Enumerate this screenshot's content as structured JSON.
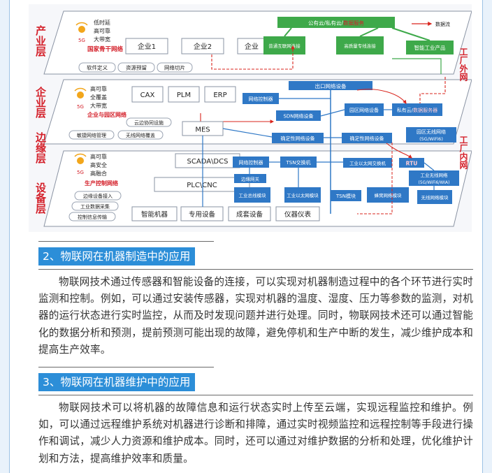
{
  "diagram": {
    "layers": [
      "产业层",
      "企业层",
      "边缘层",
      "设备层"
    ],
    "right_labels": [
      "工厂外网",
      "工厂内网"
    ],
    "industry": {
      "signal_icon_label": "5G",
      "features": [
        "低时延",
        "高可靠",
        "大带宽"
      ],
      "network_title": "国家骨干网络",
      "functions": [
        "软件定义",
        "资源预留",
        "网络切片"
      ],
      "enterprises": [
        "企业1",
        "企业2",
        "企业"
      ],
      "cloud_title": "公有云/私有云/",
      "cloud_title_highlight": "数据服务",
      "links": [
        "普通互联网连接",
        "高质量专线连接"
      ],
      "product": "智能工业产品",
      "legend": "数据流"
    },
    "enterprise": {
      "signal_icon_label": "5G",
      "features": [
        "高可靠",
        "全覆盖",
        "大带宽"
      ],
      "network_title": "企业与园区网络",
      "functions": [
        "云边协同设施",
        "敏捷网络管理",
        "无线网络覆盖"
      ],
      "systems": [
        "CAX",
        "PLM",
        "ERP"
      ],
      "outbound": "出口网络设备",
      "controller": "网络控制器",
      "sdn": "SDN网络设备",
      "park_device": "园区网络设备",
      "cloud": "私有云/",
      "cloud_highlight": "数据服务器",
      "park_wireless": "园区无线网络",
      "park_wireless_sub": "(5G/WiFi6)"
    },
    "edge": {
      "mes": "MES",
      "deterministic": [
        "确定性网络设备",
        "确定性网络设备"
      ]
    },
    "device": {
      "signal_icon_label": "5G",
      "features": [
        "高可靠",
        "高安全",
        "高融合"
      ],
      "network_title": "生产控制网络",
      "functions": [
        "边缘设备接入",
        "工业数据采集",
        "控制信息传输"
      ],
      "scada": "SCADA\\DCS",
      "plc": "PLC\\CNC",
      "controller": "网络控制器",
      "tsn_switch": "TSN交换机",
      "eth_switch": "工业以太网交换机",
      "rtu": "RTU",
      "edge_gateway": "边缘网关",
      "bus_module": "工业总线模块",
      "eth_module": "工业以太网模块",
      "tsn_module": "TSN模块",
      "cellular_module": "蜂窝网络模块",
      "wireless_net": "工业无线网络",
      "wireless_net_sub": "(5G/WiFi6/WIA)",
      "wireless_module": "无线网络模块",
      "machines": [
        "智能机器",
        "专用设备",
        "成套设备",
        "仪器仪表"
      ]
    }
  },
  "sections": [
    {
      "title": "2、物联网在机器制造中的应用",
      "paragraph": "物联网技术通过传感器和智能设备的连接，可以实现对机器制造过程中的各个环节进行实时监测和控制。例如，可以通过安装传感器，实现对机器的温度、湿度、压力等参数的监测，对机器的运行状态进行实时监控，从而及时发现问题并进行处理。同时，物联网技术还可以通过智能化的数据分析和预测，提前预测可能出现的故障，避免停机和生产中断的发生，减少维护成本和提高生产效率。"
    },
    {
      "title": "3、物联网在机器维护中的应用",
      "paragraph": "物联网技术可以将机器的故障信息和运行状态实时上传至云端，实现远程监控和维护。例如，可以通过远程维护系统对机器进行诊断和排障，通过实时视频监控和远程控制等手段进行操作和调试，减少人力资源和维护成本。同时，还可以通过对维护数据的分析和处理，优化维护计划和方法，提高维护效率和质量。"
    }
  ],
  "colors": {
    "section_title_bg": "#2c8ed8",
    "layer_label": "#d4202a",
    "green_box": "#3ea94a",
    "blue_box": "#2f78c6",
    "pink_box": "#e77fa8",
    "data_flow": "#d9251d"
  }
}
